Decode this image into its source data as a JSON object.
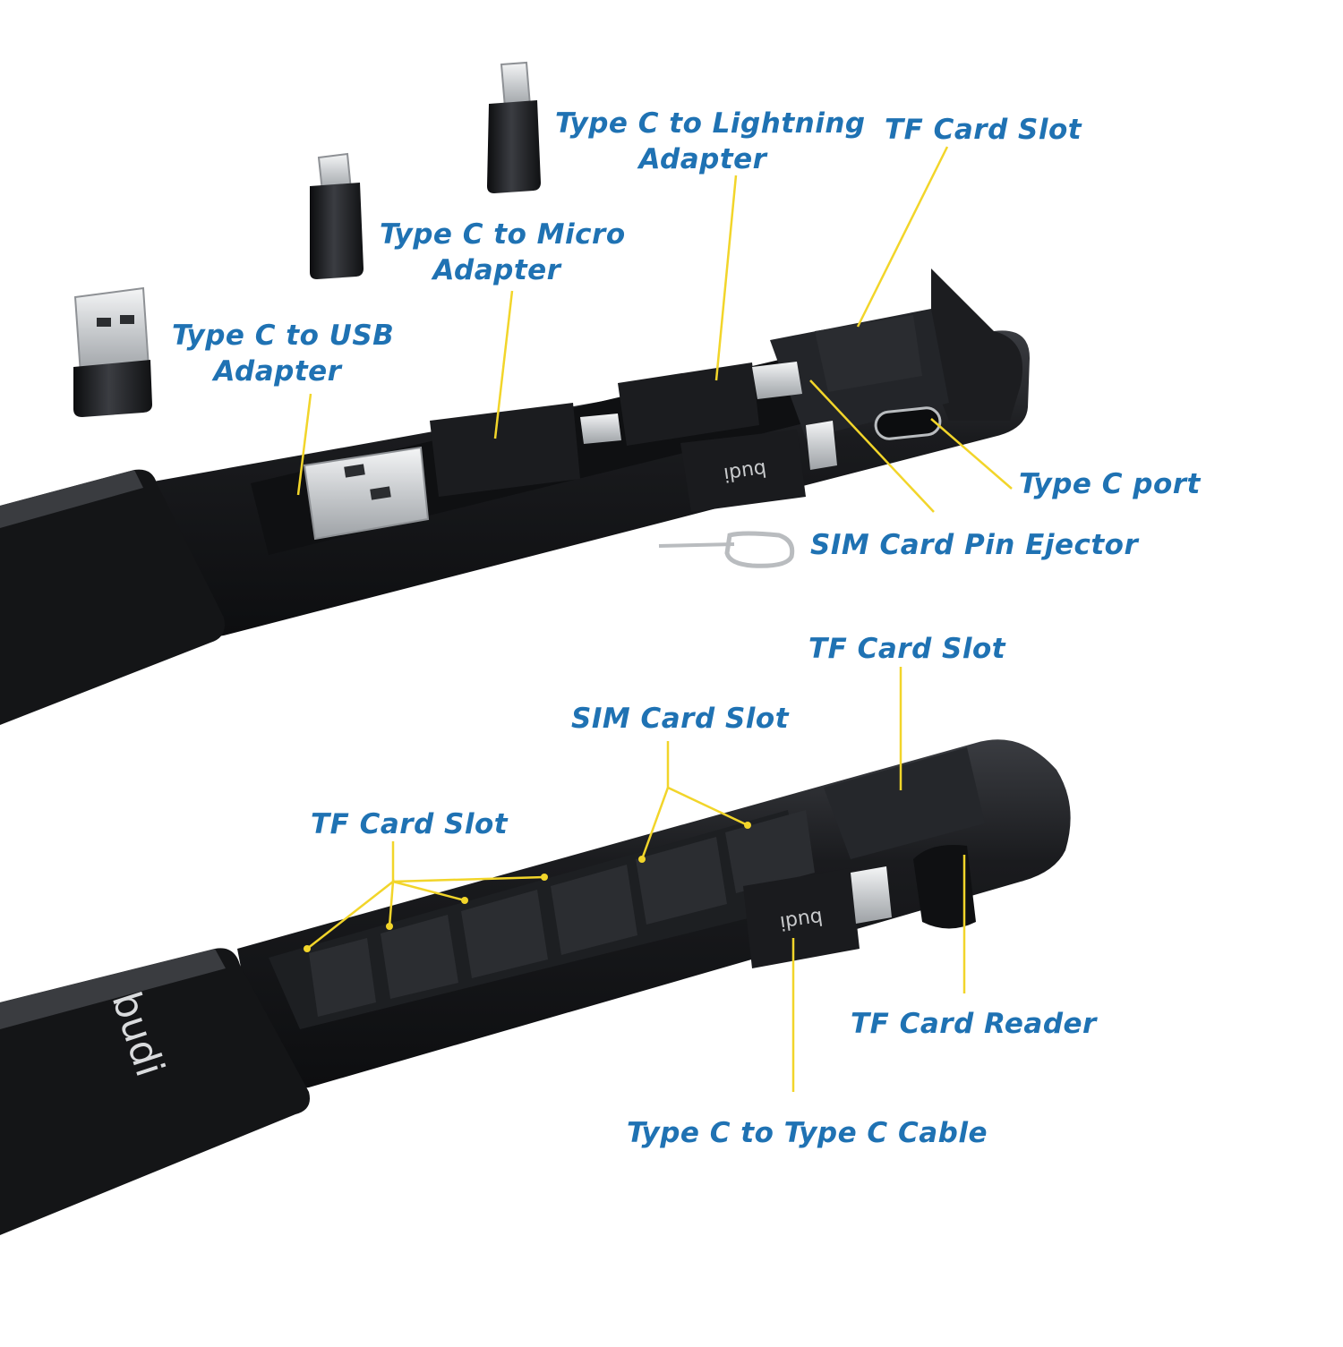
{
  "colors": {
    "label_text": "#1f72b3",
    "leader_line": "#f2d52a",
    "device_body": "#17181b",
    "device_tray": "#202226",
    "metal": "#d9dcdf",
    "background": "#ffffff"
  },
  "top_device": {
    "brand_mark": "budi",
    "labels": {
      "type_c_to_lightning": {
        "line1": "Type C to Lightning",
        "line2": "Adapter"
      },
      "tf_card_slot": "TF Card Slot",
      "type_c_to_micro": {
        "line1": "Type C to Micro",
        "line2": "Adapter"
      },
      "type_c_to_usb": {
        "line1": "Type C to USB",
        "line2": "Adapter"
      },
      "type_c_port": "Type C port",
      "sim_card_pin_ejector": "SIM Card Pin Ejector"
    }
  },
  "bottom_device": {
    "brand_mark": "budi",
    "cap_logo": "budi",
    "labels": {
      "tf_card_slot_top": "TF Card Slot",
      "sim_card_slot": "SIM Card Slot",
      "tf_card_slot_left": "TF Card Slot",
      "tf_card_reader": "TF Card Reader",
      "type_c_to_type_c_cable": "Type C to Type C Cable"
    }
  },
  "icons": {
    "usb_adapter": "usb-a-adapter-icon",
    "micro_adapter": "micro-usb-adapter-icon",
    "lightning_adapter": "lightning-adapter-icon",
    "sim_pin": "sim-ejector-pin-icon"
  }
}
